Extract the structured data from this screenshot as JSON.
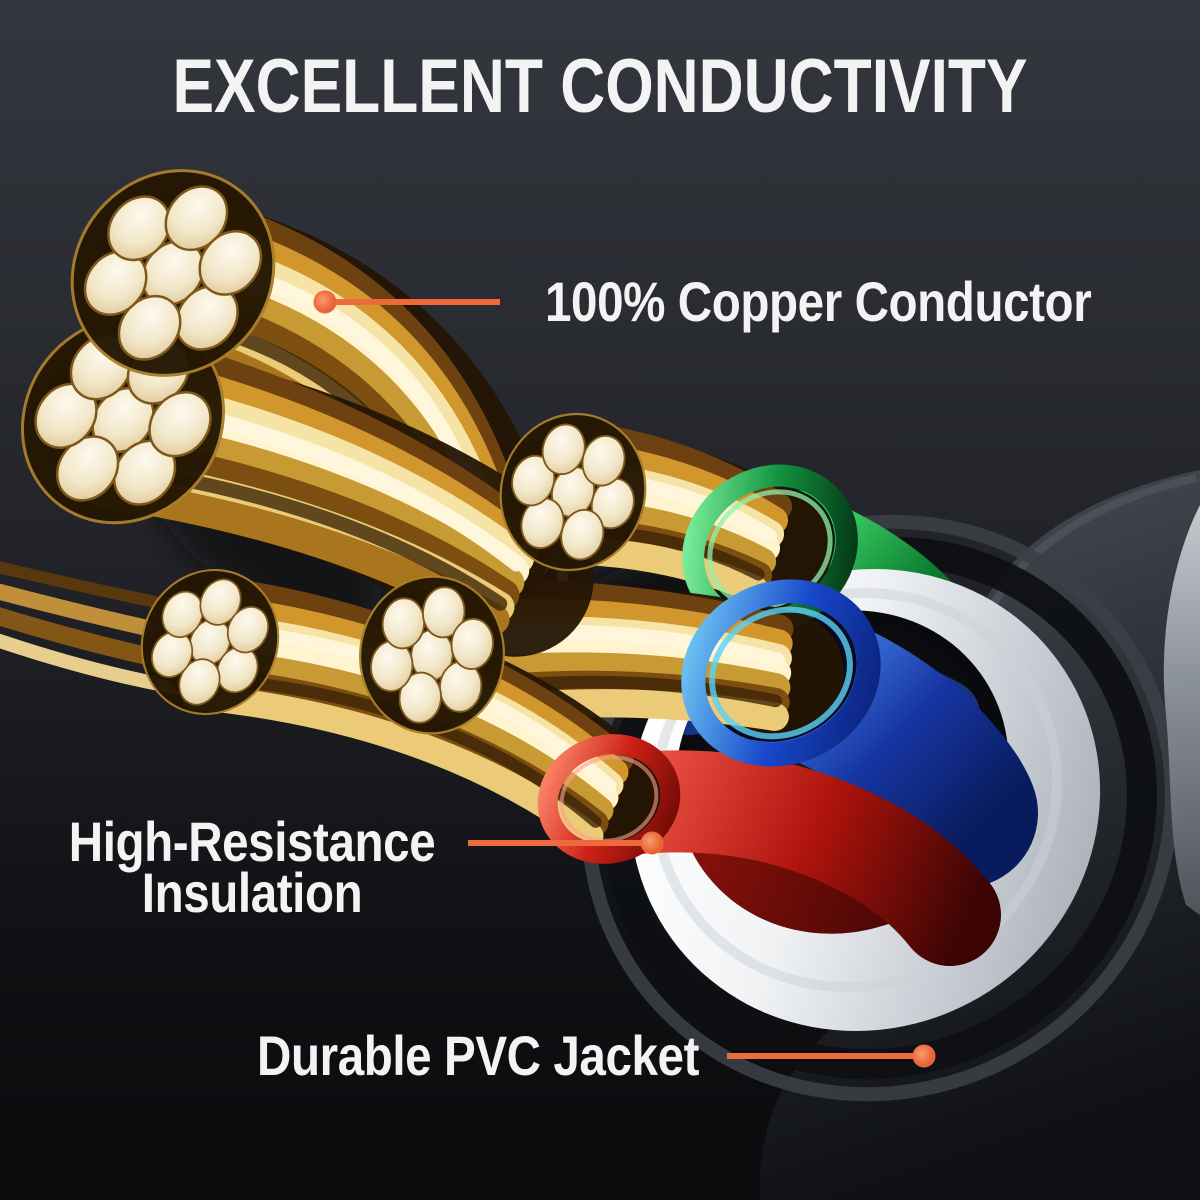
{
  "title": "EXCELLENT CONDUCTIVITY",
  "annotations": {
    "copper": {
      "label": "100% Copper Conductor"
    },
    "insulation": {
      "label_line1": "High-Resistance",
      "label_line2": "Insulation"
    },
    "jacket": {
      "label": "Durable PVC Jacket"
    }
  },
  "colors": {
    "accent_orange": "#ec6a3c",
    "text": "#f3f3f3",
    "background_top": "#34373e",
    "background_bottom": "#0a0b0d",
    "copper_gold": "#d1962c",
    "conductor_face": "#f2e7c9",
    "insulation_yellow": "#e0ce30",
    "insulation_green": "#149440",
    "insulation_blue": "#1848cc",
    "insulation_red": "#cc2015",
    "jacket_white": "#f0f2f4",
    "outer_jacket_black": "#23262b"
  }
}
